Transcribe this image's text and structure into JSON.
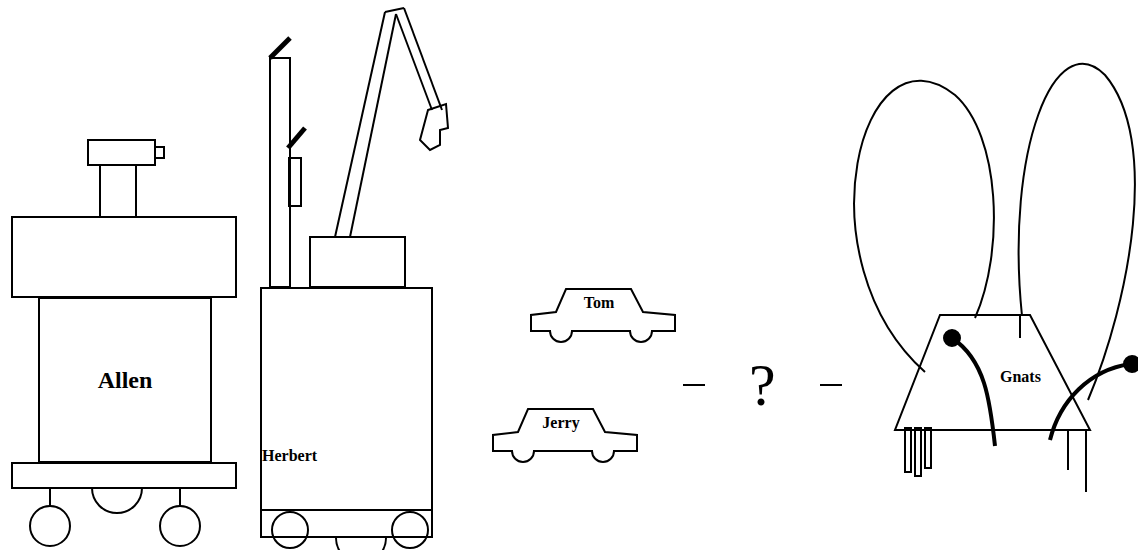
{
  "diagram": {
    "nodes": [
      {
        "text": [
          "Allen"
        ]
      },
      {
        "text": [
          "Herbert"
        ]
      },
      {
        "text": [
          "Tom"
        ]
      },
      {
        "text": [
          "Jerry"
        ]
      },
      {
        "text": [
          "Gnats"
        ]
      }
    ],
    "labels": [
      "?"
    ]
  }
}
